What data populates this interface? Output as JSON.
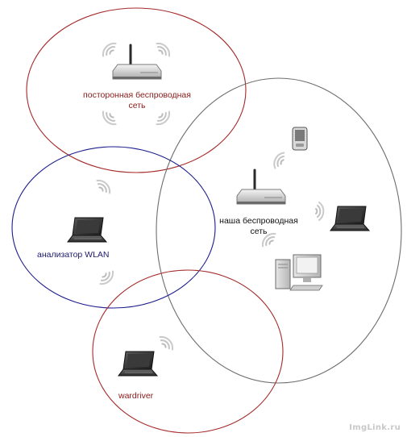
{
  "labels": {
    "foreign_network_line1": "посторонная беспроводная",
    "foreign_network_line2": "сеть",
    "our_network_line1": "наша беспроводная",
    "our_network_line2": "сеть",
    "wlan_analyzer": "анализатор WLAN",
    "wardriver": "wardriver"
  },
  "watermark": "ImgLink.ru",
  "colors": {
    "foreign_circle": "#a52a2a",
    "analyzer_circle": "#1c1c8c",
    "our_circle": "#6e6e6e",
    "wardriver_circle": "#a52a2a",
    "wifi_waves": "#b9b9b9"
  },
  "icons": {
    "router": "router-icon",
    "laptop": "laptop-icon",
    "pda": "pda-icon",
    "desktop": "desktop-computer-icon",
    "wifi": "wifi-signal-icon"
  }
}
